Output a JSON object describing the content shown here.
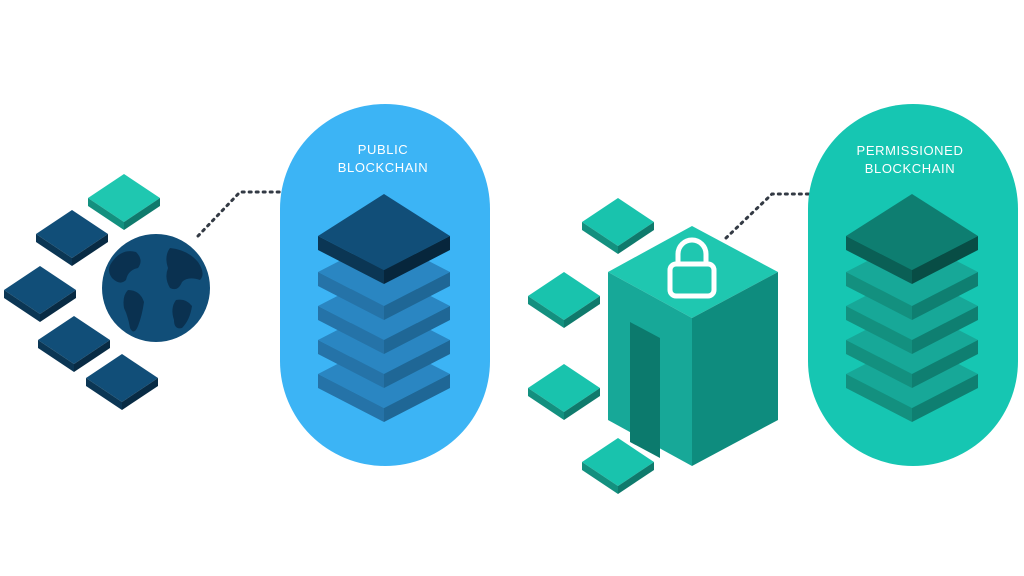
{
  "public": {
    "line1": "PUBLIC",
    "line2": "BLOCKCHAIN",
    "colors": {
      "pill": "#3cb4f5",
      "top_block": "#114e78",
      "stack": "#2a86c2"
    }
  },
  "permissioned": {
    "line1": "PERMISSIONED",
    "line2": "BLOCKCHAIN",
    "colors": {
      "pill": "#16c6b2",
      "top_block": "#0e7e71",
      "stack": "#17a898"
    }
  },
  "icons": {
    "public_source": "globe-icon",
    "permissioned_source": "lock-icon",
    "connector": "dotted-arrow-icon"
  },
  "colors": {
    "dark_navy": "#0f4d74",
    "teal": "#19c3ad",
    "arrow": "#333a44"
  }
}
